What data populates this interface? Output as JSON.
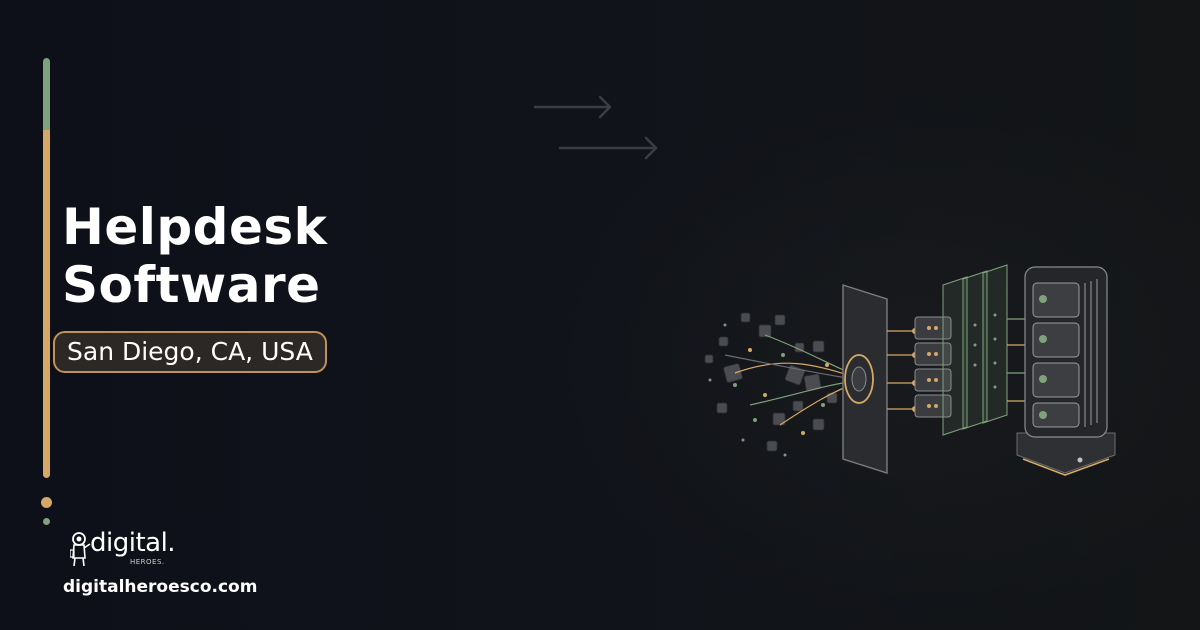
{
  "hero": {
    "title_line1": "Helpdesk",
    "title_line2": "Software",
    "location": "San Diego, CA, USA"
  },
  "brand": {
    "logo_word": "digital.",
    "logo_sub": "HEROES.",
    "site_url": "digitalheroesco.com"
  },
  "colors": {
    "background": "#0f1118",
    "accent_green": "#7fa27c",
    "accent_gold": "#d6a866",
    "text": "#ffffff"
  },
  "icons": {
    "logo_mark": "astronaut-mark-icon",
    "decor_arrows": "arrow-right-icon",
    "illustration": "data-pipeline-server-illustration"
  }
}
